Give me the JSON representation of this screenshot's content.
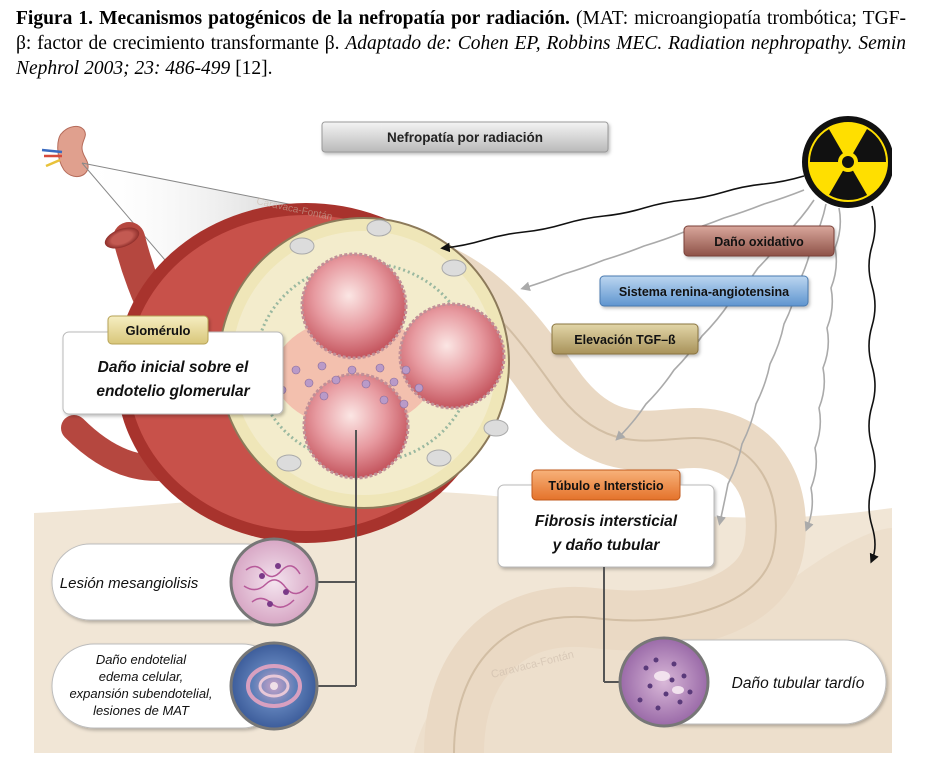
{
  "caption": {
    "title": "Figura 1. Mecanismos patogénicos de la nefropatía por radiación.",
    "text1": " (MAT: microangiopatía trombótica; TGF-β: factor de crecimiento transformante β. ",
    "adapted": "Adaptado de: Cohen EP, Robbins MEC. Radiation nephropathy. Semin Nephrol 2003; 23: 486-499",
    "ref": " [12]."
  },
  "figure": {
    "title": "Nefropatía por radiación",
    "mechanisms": {
      "oxidative": "Daño oxidativo",
      "raas": "Sistema renina-angiotensina",
      "tgf": "Elevación TGF–ß"
    },
    "glomerulus": {
      "tag": "Glomérulo",
      "line1": "Daño inicial sobre el",
      "line2": "endotelio glomerular"
    },
    "tubule": {
      "tag": "Túbulo e Intersticio",
      "line1": "Fibrosis intersticial",
      "line2": "y daño tubular"
    },
    "mesangiolysis": "Lesión mesangiolisis",
    "endothelial": {
      "line1": "Daño endotelial",
      "line2": "edema celular,",
      "line3": "expansión subendotelial,",
      "line4": "lesiones de MAT"
    },
    "late_tubular": "Daño tubular tardío",
    "watermark": "Caravaca-Fontán",
    "colors": {
      "oxidative": "#a86a60",
      "raas": "#6fa0d4",
      "tgf": "#b8a46a",
      "tubule_tag": "#ef8a3a",
      "glomerulus_tag": "#e6d890",
      "radiation": "#ffdf00"
    }
  }
}
